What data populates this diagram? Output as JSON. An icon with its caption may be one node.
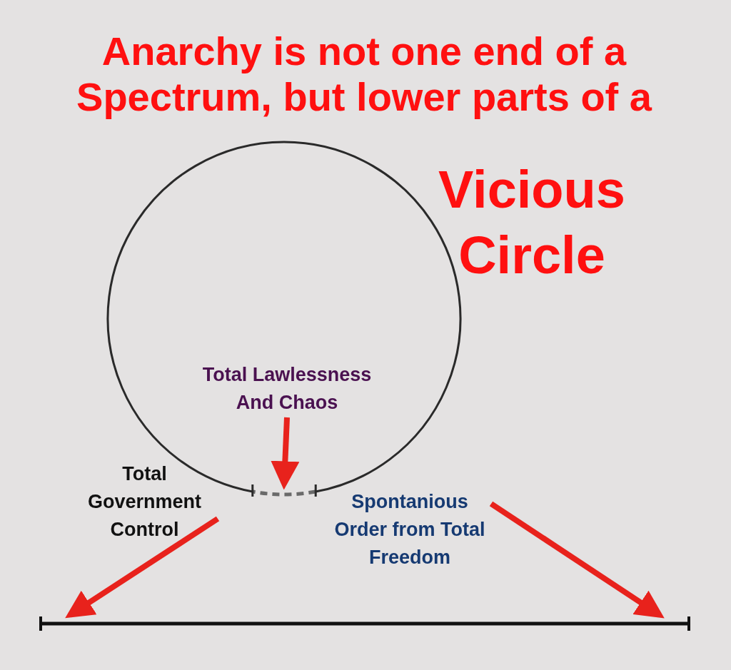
{
  "diagram": {
    "title": "Anarchy is not one end of a Spectrum, but lower parts of a",
    "nodes": [
      {
        "text": [],
        "shape": "circle"
      },
      {
        "text": [
          "Total Lawlessness And Chaos"
        ],
        "in": 0
      },
      {
        "text": [
          "Total Government Control"
        ]
      },
      {
        "text": [
          "Spontanious Order from Total Freedom"
        ]
      },
      {
        "text": [],
        "shape": "bar"
      }
    ],
    "edges": [
      {
        "from": 1,
        "to": 0,
        "arrow": "to"
      },
      {
        "from": 2,
        "to": 4,
        "arrow": "to"
      },
      {
        "from": 3,
        "to": 4,
        "arrow": "to"
      }
    ],
    "labels": [
      "Vicious Circle"
    ]
  }
}
